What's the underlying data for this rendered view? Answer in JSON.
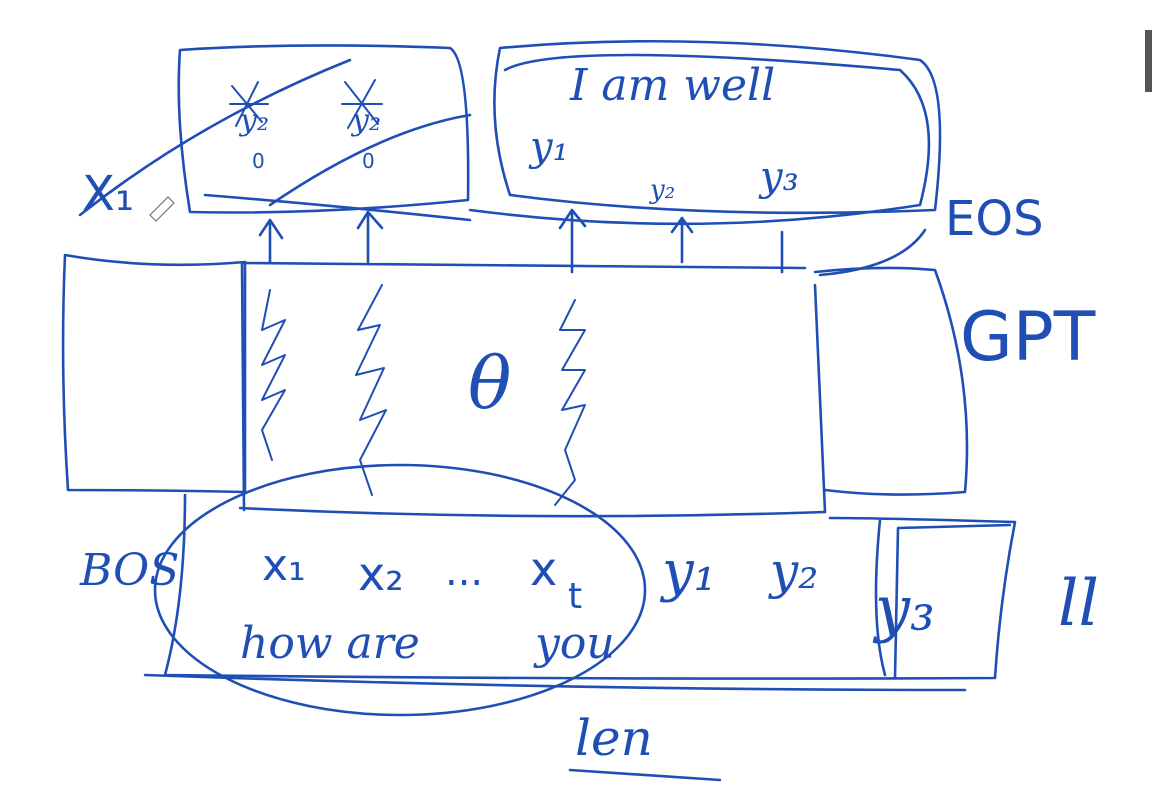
{
  "ink_color": "#1f4fb5",
  "labels": {
    "output_left_1": "y₂",
    "output_left_2": "y₂",
    "zero_left_1": "0",
    "zero_left_2": "0",
    "x1_left": "X₁",
    "output_words": "I  am  well",
    "y1_top": "y₁",
    "y2_top": "y₂",
    "y3_top": "y₃",
    "eos": "EOS",
    "model_name": "GPT",
    "theta": "θ",
    "bos": "BOS",
    "x1": "x₁",
    "x2": "x₂",
    "dots": "...",
    "xt": "x",
    "xt_sub": "t",
    "y1_bottom": "y₁",
    "y2_bottom": "y₂",
    "y3_bottom": "y₃",
    "input_words_1": "how are",
    "input_words_2": "you",
    "len": "len",
    "ll": "ll"
  }
}
